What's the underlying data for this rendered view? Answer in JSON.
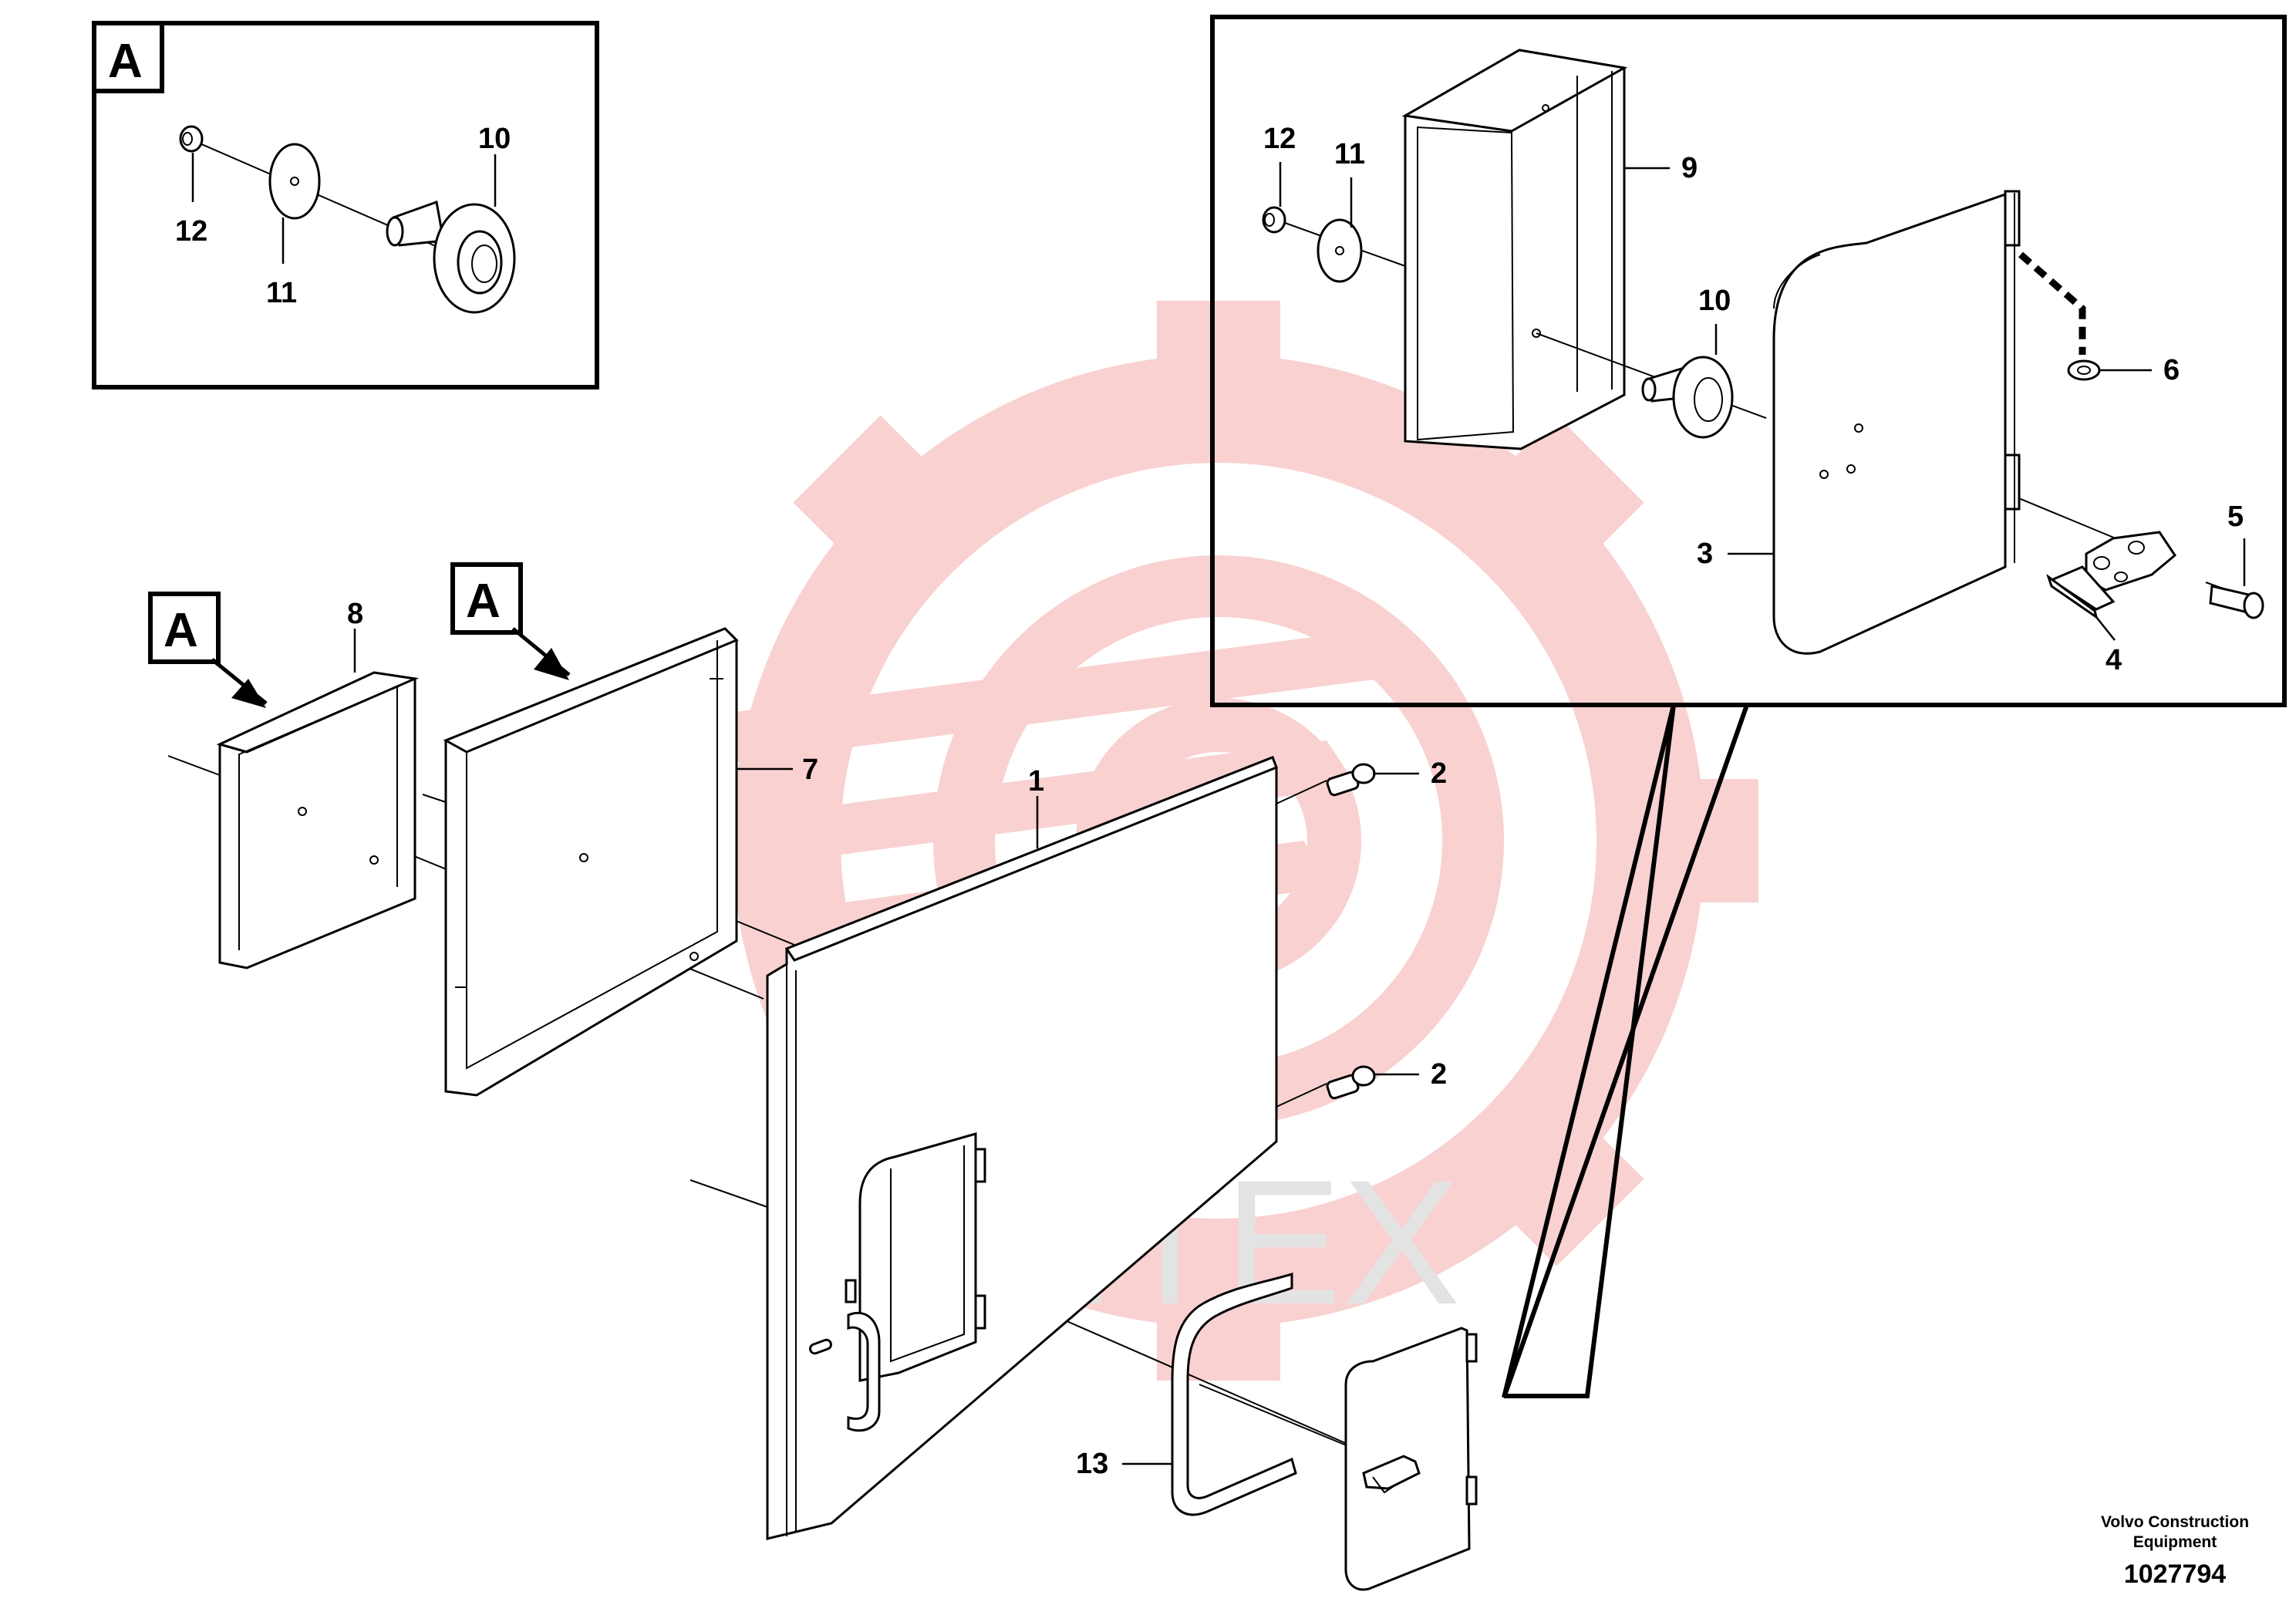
{
  "watermark": {
    "text": "ИНТЕХ",
    "color": "#f9c9c9"
  },
  "detail_box_a": {
    "tag": "A",
    "labels": {
      "p10": "10",
      "p11": "11",
      "p12": "12"
    }
  },
  "detail_box_b": {
    "labels": {
      "p12": "12",
      "p11": "11",
      "p9": "9",
      "p10": "10",
      "p6": "6",
      "p3": "3",
      "p5": "5",
      "p4": "4"
    }
  },
  "callout_tags": {
    "tag1": "A",
    "tag2": "A"
  },
  "main_labels": {
    "p8": "8",
    "p7": "7",
    "p1": "1",
    "p2a": "2",
    "p2b": "2",
    "p13": "13"
  },
  "footer": {
    "credit_line1": "Volvo Construction",
    "credit_line2": "Equipment",
    "doc_number": "1027794"
  }
}
